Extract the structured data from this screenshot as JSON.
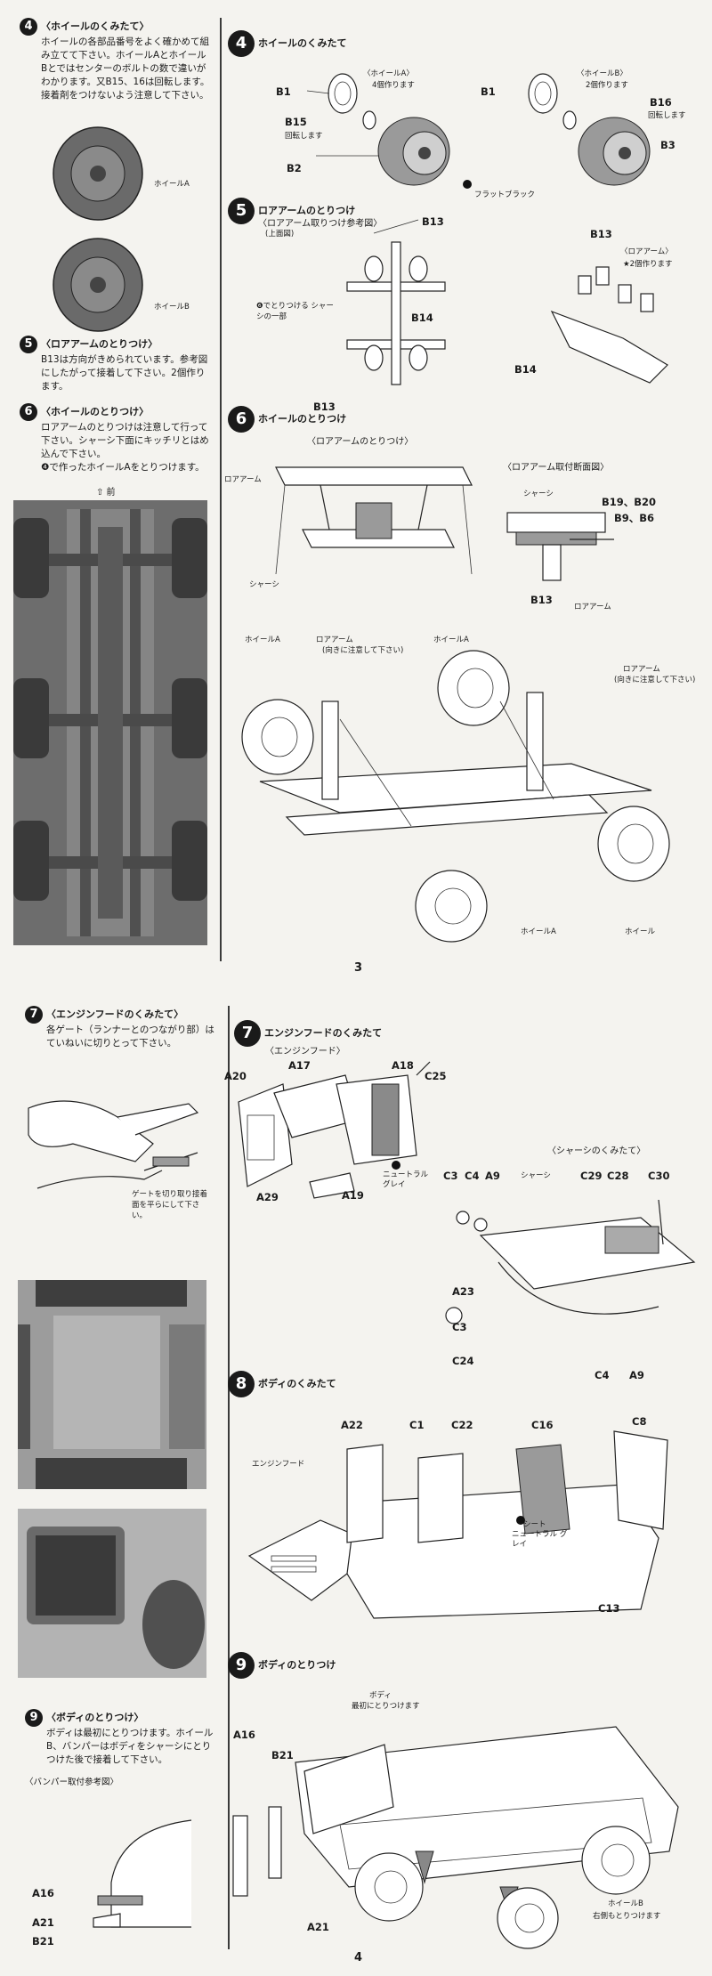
{
  "page3": {
    "page_number": "3",
    "left": {
      "s4": {
        "num": "4",
        "title": "〈ホイールのくみたて〉",
        "body": "ホイールの各部品番号をよく確かめて組み立てて下さい。ホイールAとホイールBとではセンターのボルトの数で違いがわかります。又B15、16は回転します。接着剤をつけないよう注意して下さい。",
        "wheelA": "ホイールA",
        "wheelB": "ホイールB"
      },
      "s5": {
        "num": "5",
        "title": "〈ロアアームのとりつけ〉",
        "body": "B13は方向がきめられています。参考図にしたがって接着して下さい。2個作ります。"
      },
      "s6": {
        "num": "6",
        "title": "〈ホイールのとりつけ〉",
        "body": "ロアアームのとりつけは注意して行って下さい。シャーシ下面にキッチリとはめ込んで下さい。",
        "body2": "❹で作ったホイールAをとりつけます。",
        "front": "⇧ 前"
      }
    },
    "right": {
      "s4": {
        "num": "4",
        "title": "ホイールのくみたて",
        "wheelA_title": "〈ホイールA〉",
        "wheelA_note": "4個作ります",
        "wheelB_title": "〈ホイールB〉",
        "wheelB_note": "2個作ります",
        "b1": "B1",
        "b1b": "B1",
        "b15": "B15",
        "b15_note": "回転します",
        "b16": "B16",
        "b16_note": "回転します",
        "b2": "B2",
        "b3": "B3",
        "flat_black": "フラットブラック"
      },
      "s5": {
        "num": "5",
        "title": "ロアアームのとりつけ",
        "ref_title": "〈ロアアーム取りつけ参考図〉",
        "top_view": "(上面図)",
        "b13a": "B13",
        "b14a": "B14",
        "b13b": "B13",
        "chassis_note": "❻でとりつける シャーシの一部",
        "arm_title": "〈ロアアーム〉",
        "arm_note": "★2個作ります",
        "b13c": "B13",
        "b14c": "B14"
      },
      "s6": {
        "num": "6",
        "title": "ホイールのとりつけ",
        "arm_attach": "〈ロアアームのとりつけ〉",
        "section_title": "〈ロアアーム取付断面図〉",
        "lower_arm": "ロアアーム",
        "chassis": "シャーシ",
        "chassis2": "シャーシ",
        "b19_20": "B19、B20",
        "b9_b6": "B9、B6",
        "b13": "B13",
        "lower_arm2": "ロアアーム",
        "wheel_a1": "ホイールA",
        "lower_arm3": "ロアアーム",
        "care_note": "(向きに注意して下さい)",
        "wheel_a2": "ホイールA",
        "lower_arm4": "ロアアーム",
        "care_note2": "(向きに注意して下さい)",
        "wheel_a3": "ホイールA",
        "wheel": "ホイール"
      }
    }
  },
  "page4": {
    "page_number": "4",
    "left": {
      "s7": {
        "num": "7",
        "title": "〈エンジンフードのくみたて〉",
        "body": "各ゲート（ランナーとのつながり部）はていねいに切りとって下さい。",
        "gate_note": "ゲートを切り取り接着面を平らにして下さい。"
      },
      "s9": {
        "num": "9",
        "title": "〈ボディのとりつけ〉",
        "body": "ボディは最初にとりつけます。ホイールB、バンパーはボディをシャーシにとりつけた後で接着して下さい。",
        "bumper_title": "〈バンパー取付参考図〉",
        "a16": "A16",
        "a21": "A21",
        "b21": "B21"
      }
    },
    "right": {
      "s7": {
        "num": "7",
        "title": "エンジンフードのくみたて",
        "sub": "〈エンジンフード〉",
        "a20": "A20",
        "a17": "A17",
        "a18": "A18",
        "c25": "C25",
        "a29": "A29",
        "a19": "A19",
        "neutral_gray": "ニュートラル グレイ",
        "chassis_title": "〈シャーシのくみたて〉",
        "c3a": "C3",
        "c4a": "C4",
        "a9a": "A9",
        "chassis": "シャーシ",
        "c29": "C29",
        "c28": "C28",
        "c30": "C30",
        "a23": "A23",
        "c3b": "C3",
        "c24": "C24",
        "c4b": "C4",
        "a9b": "A9"
      },
      "s8": {
        "num": "8",
        "title": "ボディのくみたて",
        "a22": "A22",
        "c1": "C1",
        "c22": "C22",
        "c16": "C16",
        "c8": "C8",
        "engine_hood": "エンジンフード",
        "seat": "シート",
        "seat_color": "ニュートラル グレイ",
        "c13": "C13"
      },
      "s9": {
        "num": "9",
        "title": "ボディのとりつけ",
        "body_note": "ボディ",
        "body_note2": "最初にとりつけます",
        "a16": "A16",
        "b21": "B21",
        "a21": "A21",
        "wheel_b": "ホイールB",
        "wheel_b_note": "右側もとりつけます"
      }
    }
  }
}
